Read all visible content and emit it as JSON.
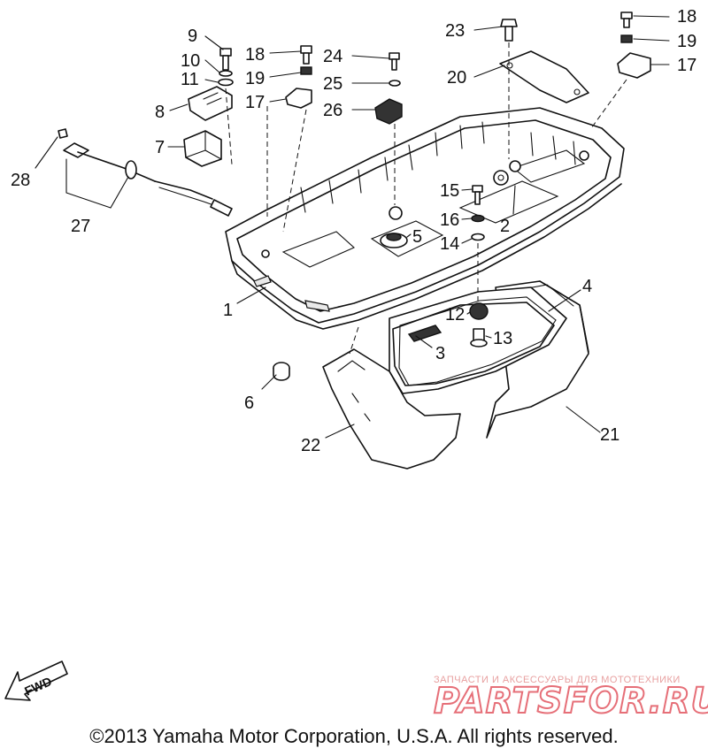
{
  "callouts": {
    "c1": "1",
    "c2": "2",
    "c3": "3",
    "c4": "4",
    "c5": "5",
    "c6": "6",
    "c7": "7",
    "c8": "8",
    "c9": "9",
    "c10": "10",
    "c11": "11",
    "c12": "12",
    "c13": "13",
    "c14": "14",
    "c15": "15",
    "c16": "16",
    "c17a": "17",
    "c17b": "17",
    "c18a": "18",
    "c18b": "18",
    "c19a": "19",
    "c19b": "19",
    "c20": "20",
    "c21": "21",
    "c22": "22",
    "c23": "23",
    "c24": "24",
    "c25": "25",
    "c26": "26",
    "c27": "27",
    "c28": "28"
  },
  "fwd_label": "FWD",
  "watermark": {
    "tagline": "ЗАПЧАСТИ И АКСЕССУАРЫ ДЛЯ МОТОТЕХНИКИ",
    "brand": "PARTSFOR.RU"
  },
  "copyright": "©2013 Yamaha Motor Corporation, U.S.A. All rights reserved."
}
